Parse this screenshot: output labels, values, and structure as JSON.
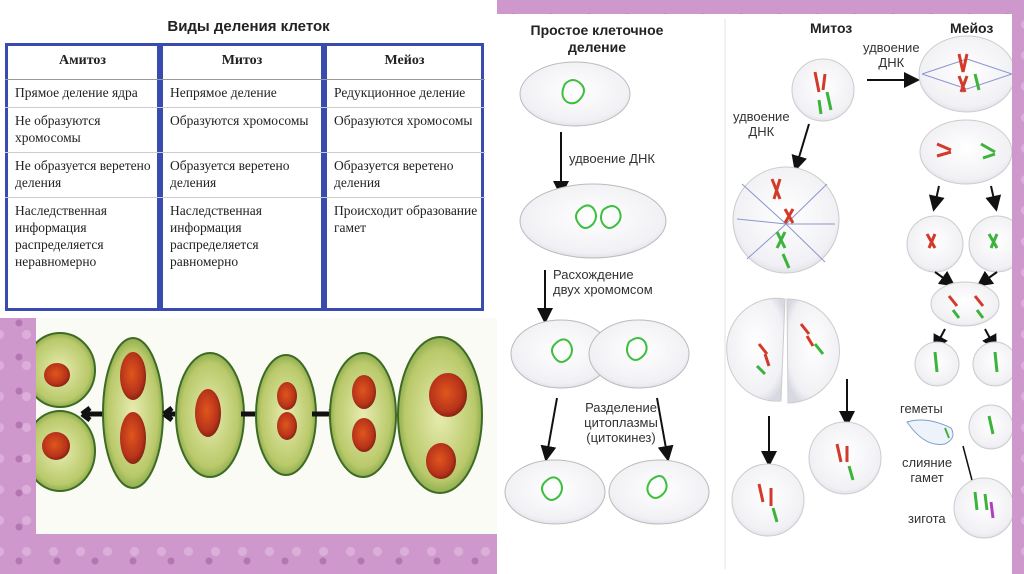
{
  "left": {
    "title": "Виды деления клеток",
    "columns": [
      "Амитоз",
      "Митоз",
      "Мейоз"
    ],
    "rows": [
      [
        "Прямое деление ядра",
        "Непрямое деление",
        "Редукционное деление"
      ],
      [
        "Не образуются хромосомы",
        "Образуются хромосомы",
        "Образуются хромосомы"
      ],
      [
        "Не образуется веретено деления",
        "Образуется веретено деления",
        "Образуется веретено деления"
      ],
      [
        "Наследственная информация распределяется неравномерно",
        "Наследственная информация распределяется равномерно",
        "Происходит образование гамет"
      ]
    ]
  },
  "simple": {
    "title_line1": "Простое клеточное",
    "title_line2": "деление",
    "step1": "удвоение ДНК",
    "step2_line1": "Расхождение",
    "step2_line2": "двух хромомсом",
    "step3_line1": "Разделение",
    "step3_line2": "цитоплазмы",
    "step3_line3": "(цитокинез)"
  },
  "mitosis": {
    "title": "Митоз",
    "dna_line1": "удвоение",
    "dna_line2": "ДНК"
  },
  "meiosis": {
    "title": "Мейоз",
    "dna_line1": "удвоение",
    "dna_line2": "ДНК",
    "gametes": "геметы",
    "fusion_line1": "слияние",
    "fusion_line2": "гамет",
    "zygote": "зигота"
  },
  "colors": {
    "frame": "#3a4bb0",
    "chromo_red": "#d23a2a",
    "chromo_green": "#3cb43c",
    "nucleus": "#3fbf3f"
  }
}
